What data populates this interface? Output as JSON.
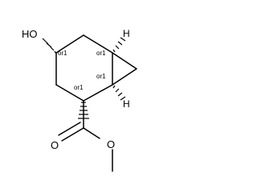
{
  "molecule": {
    "atoms": {
      "hydroxyl": "HO",
      "carbonyl_oxygen": "O",
      "ester_oxygen": "O",
      "h_top": "H",
      "h_bottom": "H"
    },
    "stereo_labels": {
      "c3": "or1",
      "c6": "or1",
      "c7": "or1",
      "c1": "or1"
    }
  },
  "colors": {
    "ink": "#000000",
    "background": "#ffffff"
  }
}
